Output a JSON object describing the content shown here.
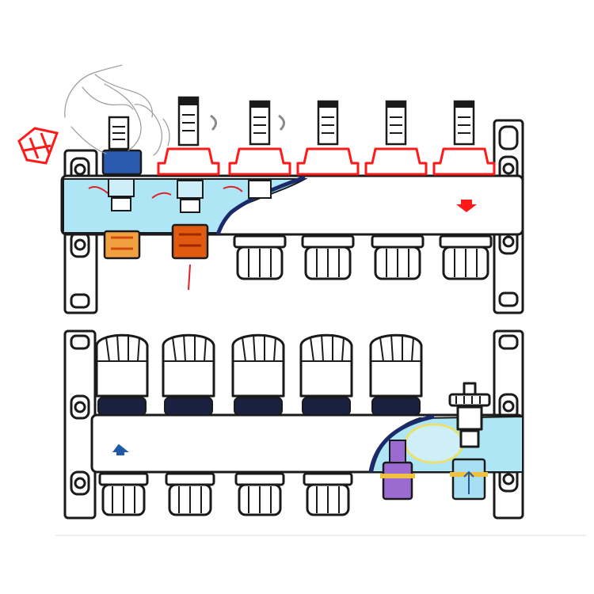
{
  "diagram": {
    "colors": {
      "outline": "#1a1a1a",
      "flow_fill": "#aee6f5",
      "red_cap": "#ff1a1a",
      "blue_arrow": "#1e5aa8",
      "hot_brass": "#e05a10",
      "warm_brass": "#f0a040",
      "purple_pipe": "#9b6bd1",
      "hand_sketch": "#9a9a9a"
    },
    "top_manifold": {
      "flow_meter_count": 6,
      "red_cap_count": 5,
      "pipe_connector_count": 6,
      "icons": [
        "hand-icon",
        "red-cap-icon",
        "rotate-arrow-icon",
        "flow-arrow-icon"
      ]
    },
    "bottom_manifold": {
      "thermostatic_head_count": 5,
      "pipe_connector_count": 4,
      "icons": [
        "thermostatic-head-icon",
        "pump-valve-icon",
        "flow-arrow-icon"
      ]
    }
  }
}
